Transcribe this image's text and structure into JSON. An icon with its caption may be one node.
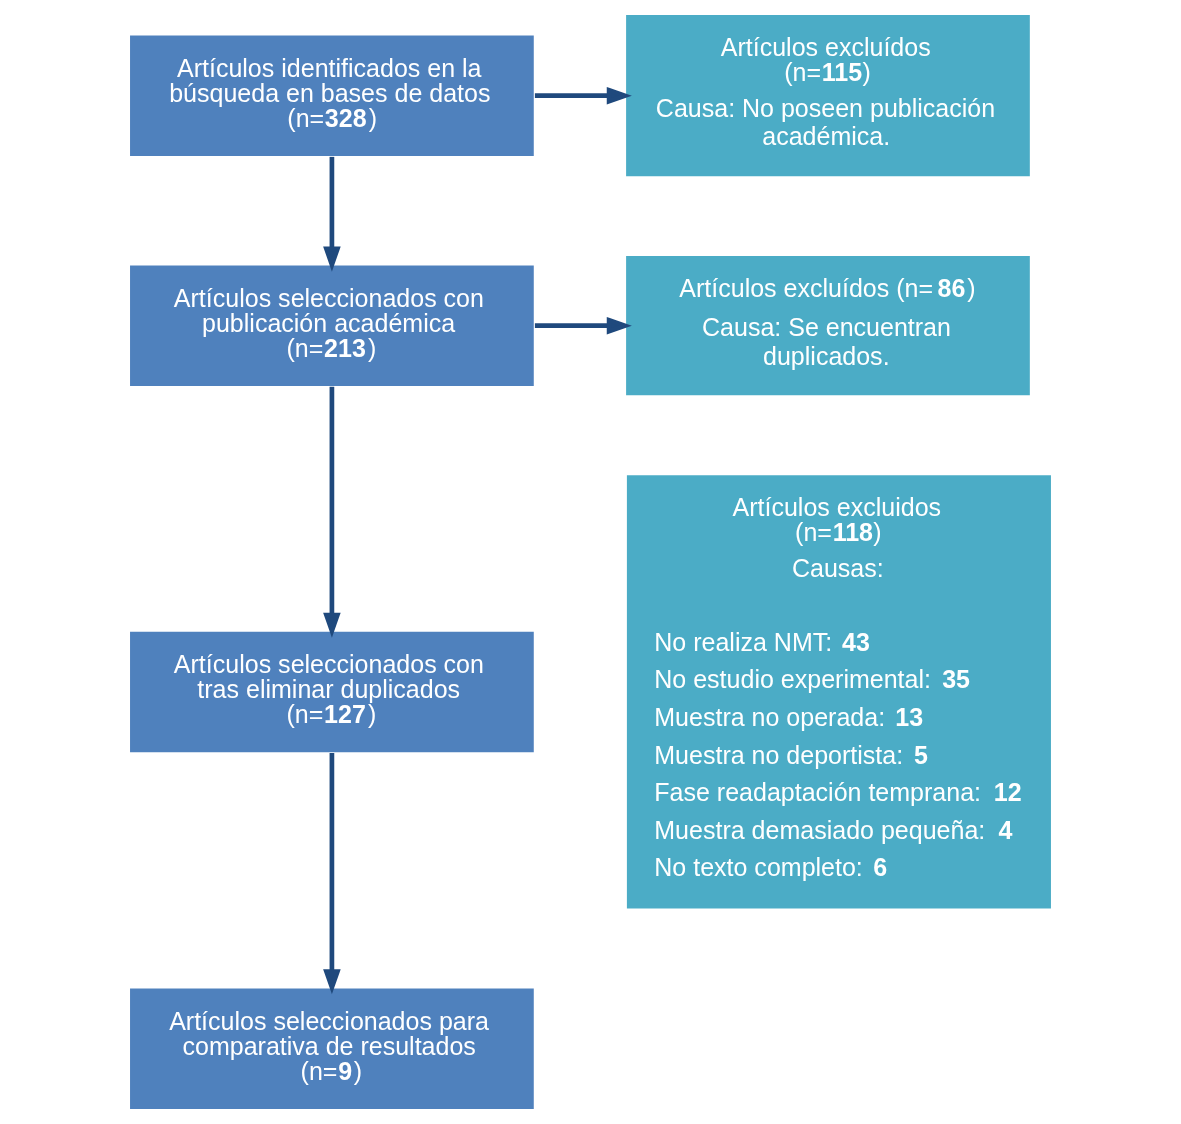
{
  "diagram": {
    "nodes": [
      {
        "text": [
          "Artículos identificados en la búsqueda en bases de datos (n=**328**)"
        ]
      },
      {
        "text": [
          "Artículos excluídos (n=**115**)",
          "Causa: No poseen publicación académica."
        ]
      },
      {
        "text": [
          "Artículos seleccionados con publicación académica (n=**213**)"
        ]
      },
      {
        "text": [
          "Artículos excluídos (n=**86**)",
          "Causa: Se encuentran duplicados."
        ]
      },
      {
        "text": [
          "Artículos seleccionados con tras eliminar duplicados (n=**127**)"
        ]
      },
      {
        "text": [
          "Artículos excluidos (n=**118**)",
          "Causas:",
          "No realiza NMT: **43**",
          "No estudio experimental: **35**",
          "Muestra no operada: **13**",
          "Muestra no deportista: **5**",
          "Fase readaptación temprana: **12**",
          "Muestra demasiado pequeña: **4**",
          "No texto completo: **6**"
        ]
      },
      {
        "text": [
          "Artículos seleccionados para comparativa de resultados (n=**9**)"
        ]
      }
    ],
    "edges": [
      {
        "from": 0,
        "to": 1,
        "arrow": "to"
      },
      {
        "from": 0,
        "to": 2,
        "arrow": "to"
      },
      {
        "from": 2,
        "to": 3,
        "arrow": "to"
      },
      {
        "from": 2,
        "to": 4,
        "arrow": "to"
      },
      {
        "from": 4,
        "to": 6,
        "arrow": "to"
      }
    ]
  }
}
